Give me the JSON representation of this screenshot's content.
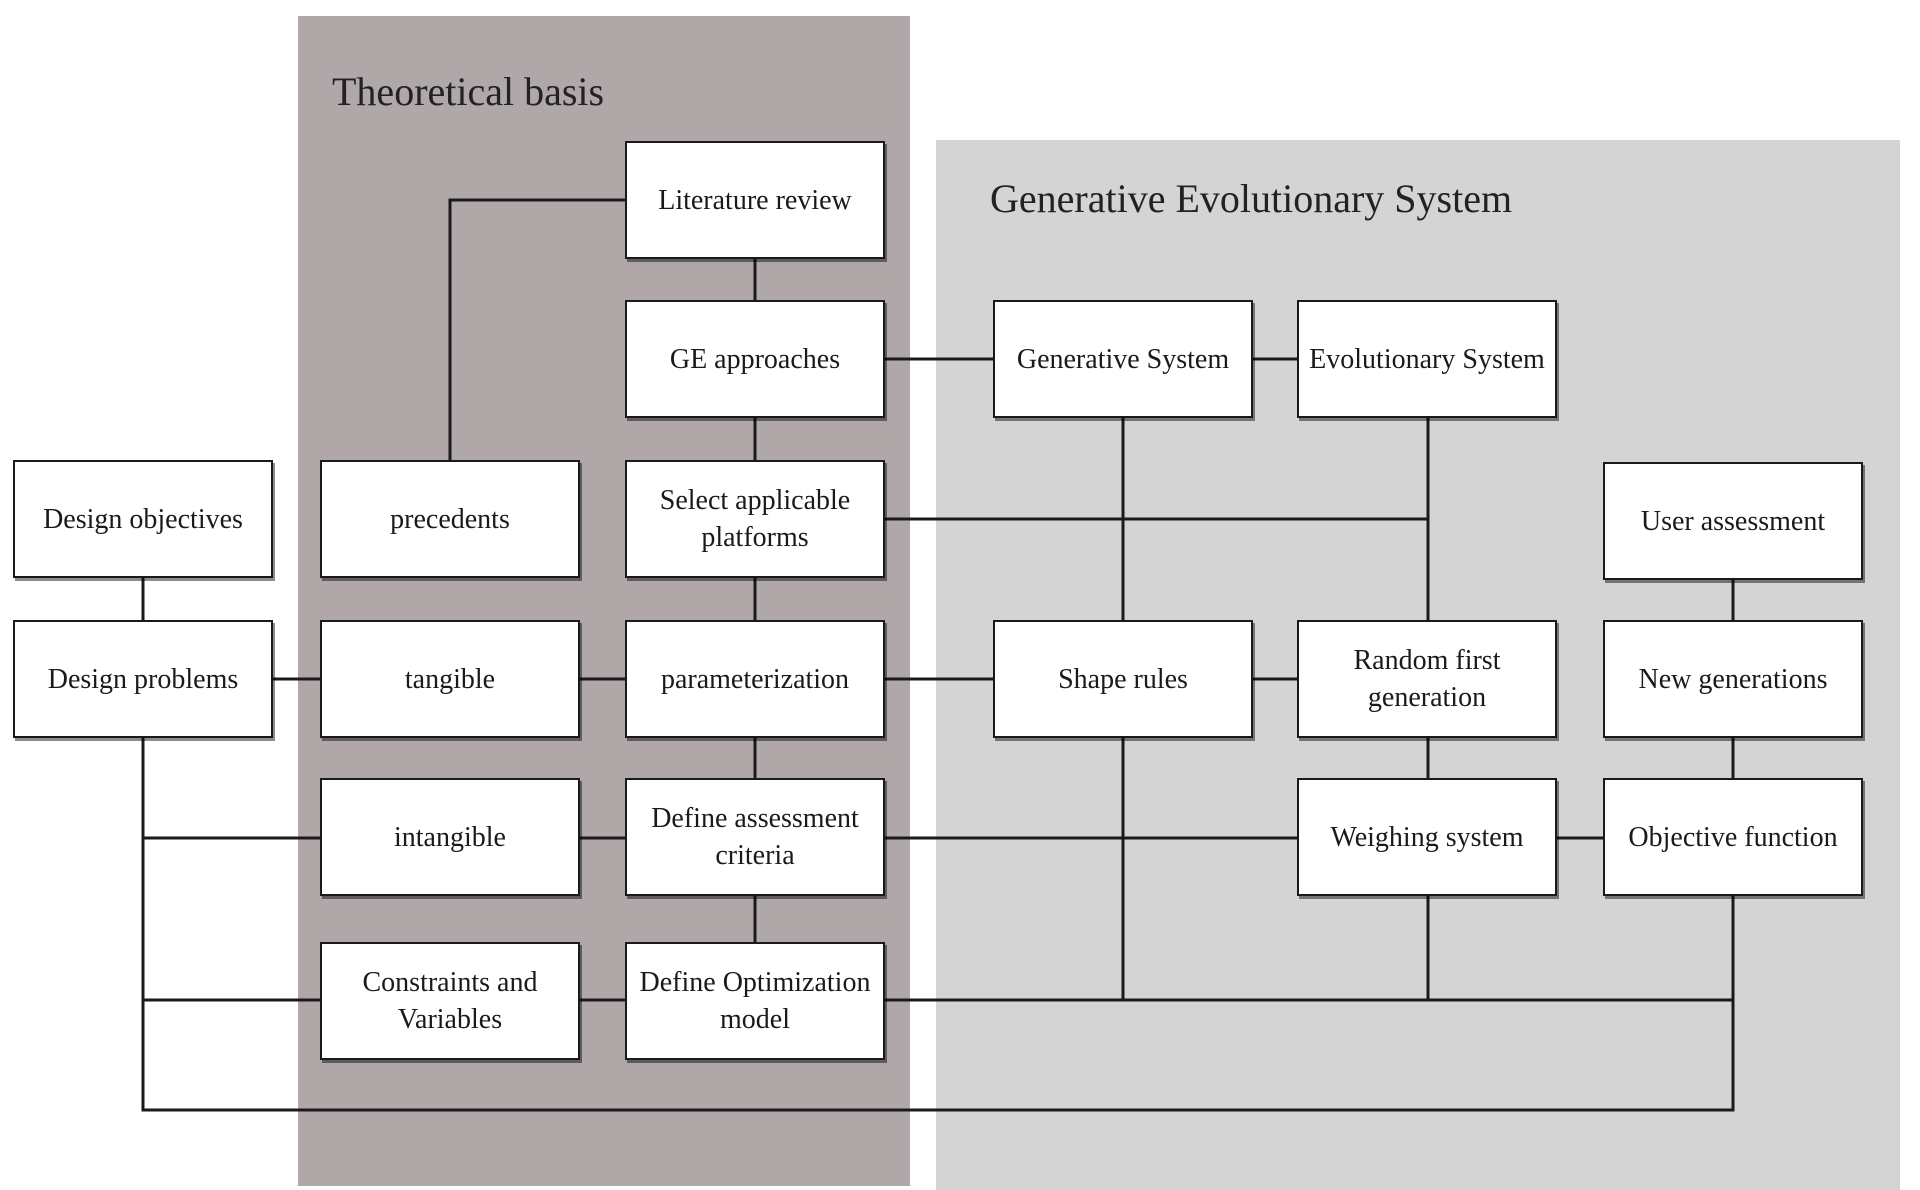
{
  "panels": {
    "theoretical": {
      "title": "Theoretical basis",
      "color": "#b0a7a9"
    },
    "generative": {
      "title": "Generative Evolutionary System",
      "color": "#d4d4d4"
    }
  },
  "boxes": {
    "design_objectives": "Design objectives",
    "design_problems": "Design problems",
    "literature_review": "Literature review",
    "ge_approaches": "GE approaches",
    "precedents": "precedents",
    "select_platforms": "Select applicable platforms",
    "tangible": "tangible",
    "parameterization": "parameterization",
    "intangible": "intangible",
    "define_assessment": "Define assessment criteria",
    "constraints_variables": "Constraints and Variables",
    "define_optimization": "Define Optimization model",
    "generative_system": "Generative System",
    "evolutionary_system": "Evolutionary System",
    "shape_rules": "Shape rules",
    "random_first_generation": "Random first generation",
    "weighing_system": "Weighing system",
    "user_assessment": "User assessment",
    "new_generations": "New generations",
    "objective_function": "Objective function"
  }
}
